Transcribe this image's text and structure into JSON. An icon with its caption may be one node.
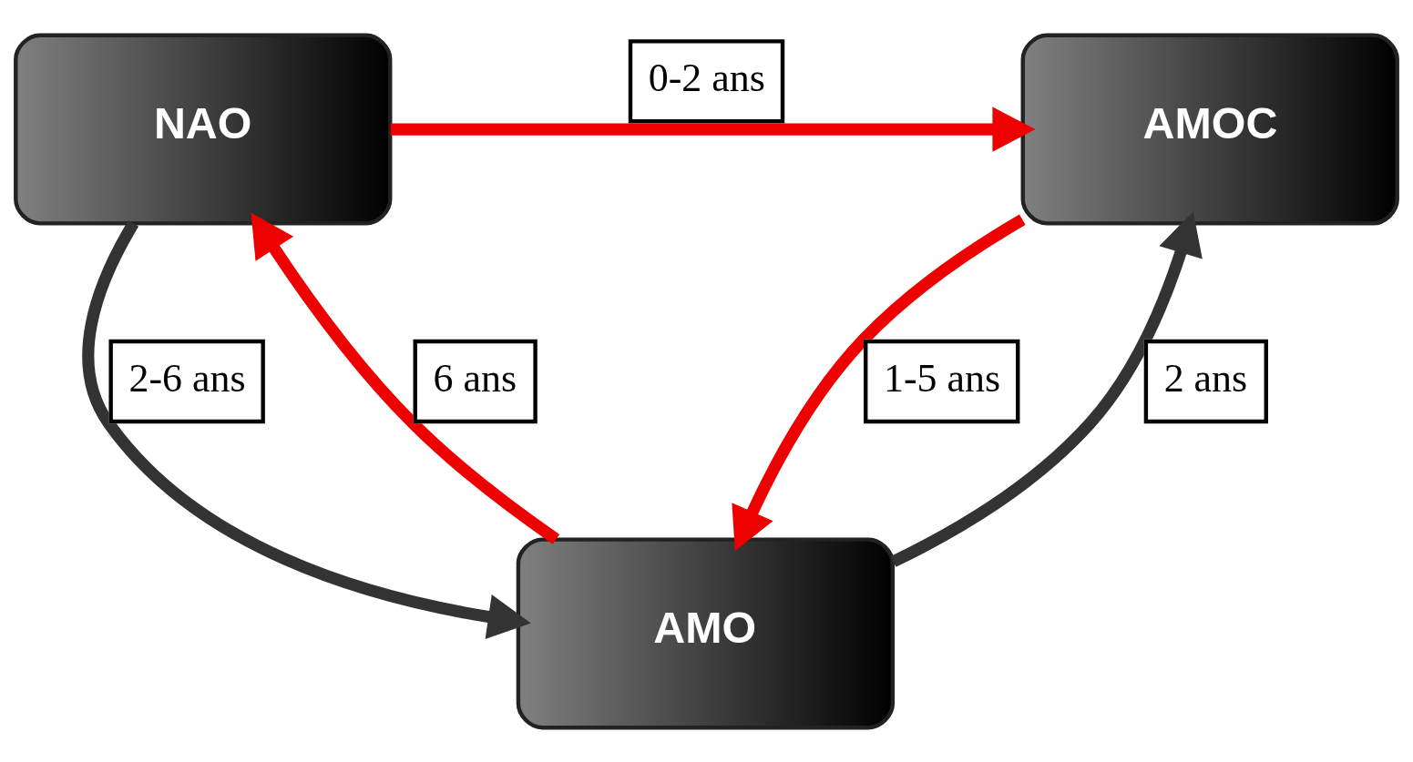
{
  "diagram": {
    "nodes": [
      {
        "text": [
          "NAO"
        ]
      },
      {
        "text": [
          "AMOC"
        ]
      },
      {
        "text": [
          "AMO"
        ]
      }
    ],
    "edges": [
      {
        "from": 0,
        "to": 1,
        "arrow": "to",
        "label": "0-2 ans"
      },
      {
        "from": 1,
        "to": 2,
        "arrow": "to",
        "label": "1-5 ans"
      },
      {
        "from": 2,
        "to": 1,
        "arrow": "to",
        "label": "2 ans",
        "color": "#333333"
      },
      {
        "from": 2,
        "to": 0,
        "arrow": "to",
        "label": "6 ans"
      },
      {
        "from": 0,
        "to": 2,
        "arrow": "to",
        "label": "2-6 ans",
        "color": "#333333"
      }
    ]
  }
}
